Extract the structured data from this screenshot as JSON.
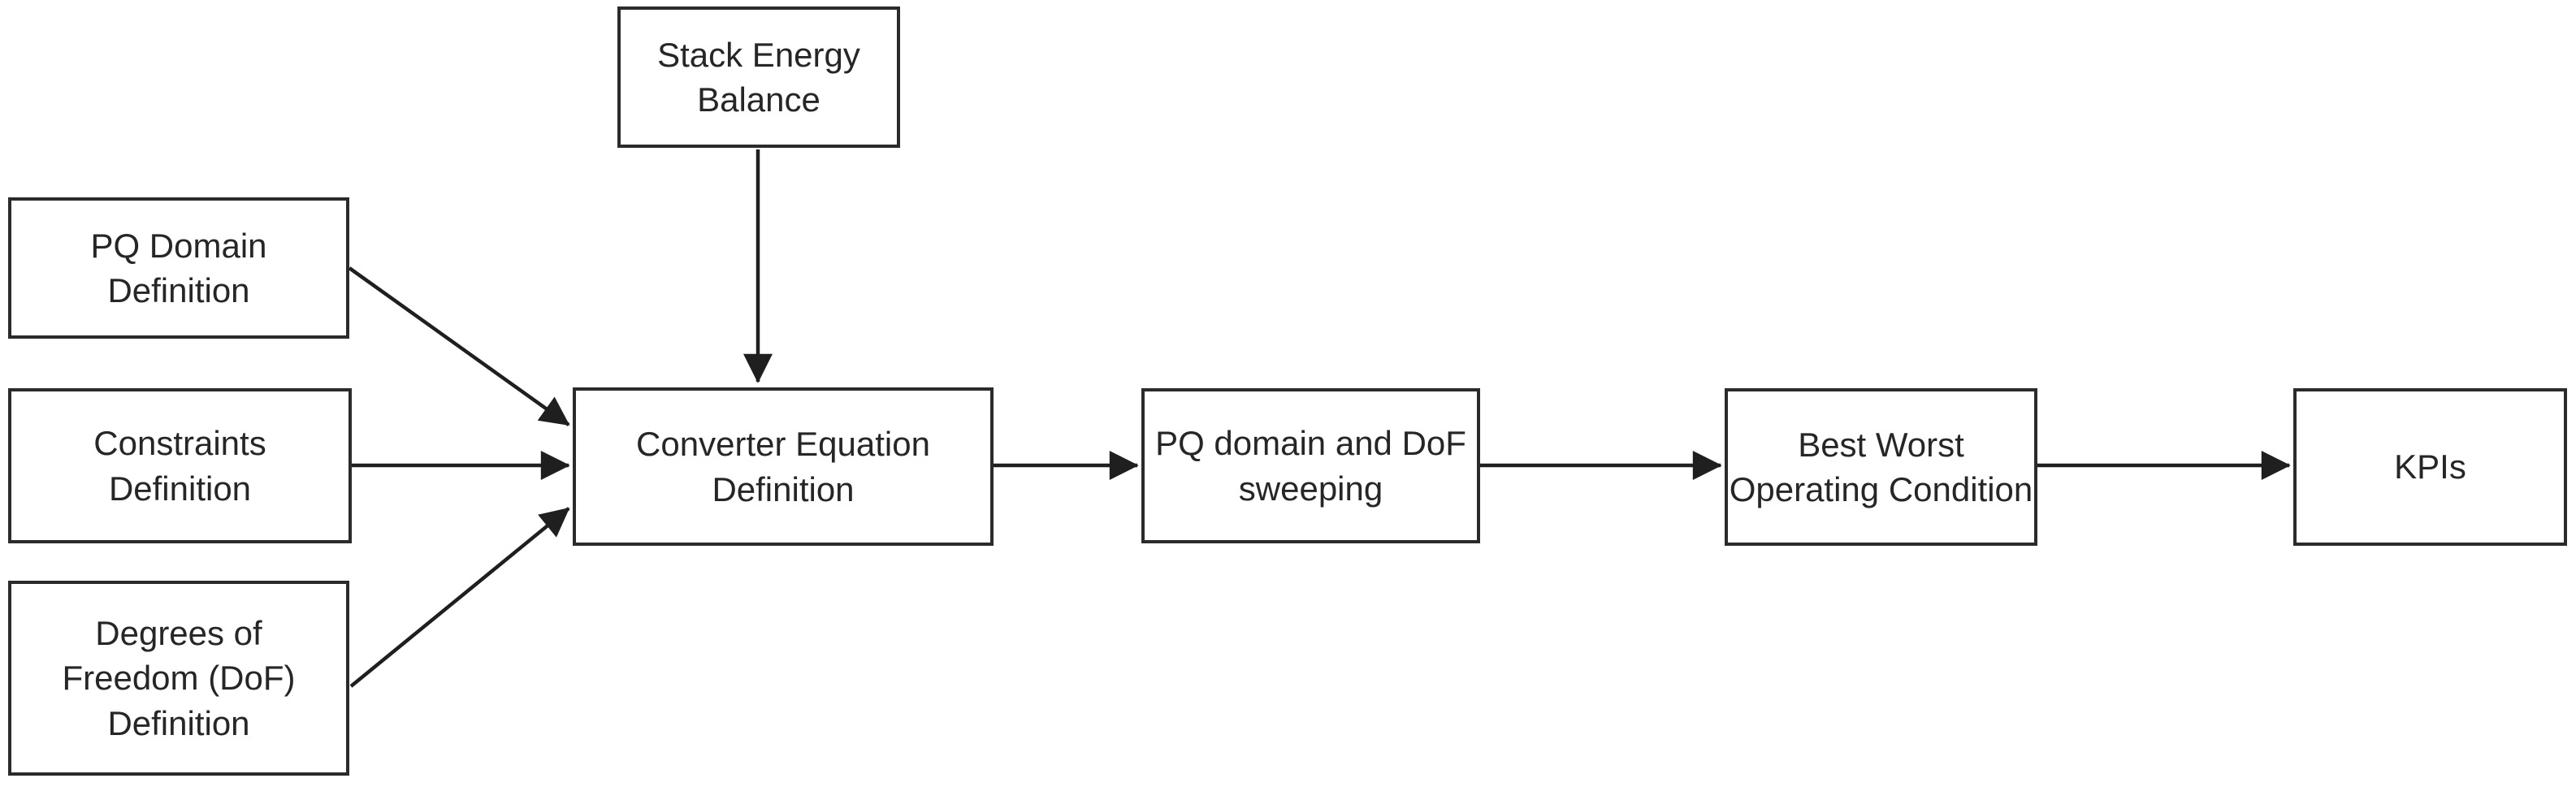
{
  "diagram": {
    "background_color": "#ffffff",
    "box_border_color": "#2b2b2b",
    "arrow_color": "#1f1f1f",
    "text_color": "#262626",
    "nodes": [
      {
        "id": "stack-energy-balance",
        "label": "Stack Energy\nBalance"
      },
      {
        "id": "pq-domain-definition",
        "label": "PQ Domain\nDefinition"
      },
      {
        "id": "constraints-definition",
        "label": "Constraints\nDefinition"
      },
      {
        "id": "degrees-of-freedom-definition",
        "label": "Degrees of\nFreedom (DoF)\nDefinition"
      },
      {
        "id": "converter-equation-definition",
        "label": "Converter Equation\nDefinition"
      },
      {
        "id": "pq-domain-and-dof-sweeping",
        "label": "PQ domain and DoF\nsweeping"
      },
      {
        "id": "best-worst-operating-condition",
        "label": "Best Worst\nOperating Condition"
      },
      {
        "id": "kpis",
        "label": "KPIs"
      }
    ],
    "edges": [
      {
        "from": "stack-energy-balance",
        "to": "converter-equation-definition"
      },
      {
        "from": "pq-domain-definition",
        "to": "converter-equation-definition"
      },
      {
        "from": "constraints-definition",
        "to": "converter-equation-definition"
      },
      {
        "from": "degrees-of-freedom-definition",
        "to": "converter-equation-definition"
      },
      {
        "from": "converter-equation-definition",
        "to": "pq-domain-and-dof-sweeping"
      },
      {
        "from": "pq-domain-and-dof-sweeping",
        "to": "best-worst-operating-condition"
      },
      {
        "from": "best-worst-operating-condition",
        "to": "kpis"
      }
    ]
  }
}
